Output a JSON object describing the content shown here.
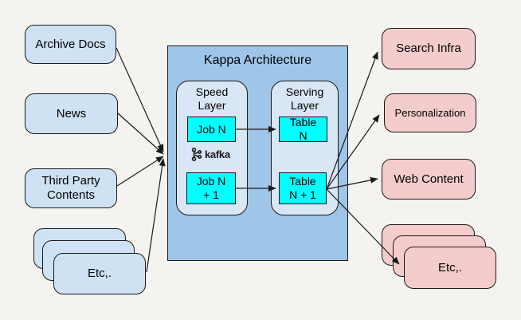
{
  "diagram": {
    "title": "Kappa Architecture",
    "colors": {
      "background": "#f4f3ef",
      "source_fill": "#cfe2f3",
      "container_fill": "#9fc5e8",
      "layer_fill": "#d9e6f5",
      "node_fill": "#00ffff",
      "consumer_fill": "#f4cccc",
      "border": "#1a1a1a"
    },
    "sources": {
      "items": [
        {
          "label": "Archive Docs"
        },
        {
          "label": "News"
        },
        {
          "label": "Third Party\nContents"
        }
      ],
      "etc_label": "Etc,."
    },
    "container": {
      "speed_layer": {
        "label": "Speed\nLayer",
        "jobs": [
          {
            "label": "Job N"
          },
          {
            "label": "Job N\n+ 1"
          }
        ],
        "kafka_label": "kafka"
      },
      "serving_layer": {
        "label": "Serving\nLayer",
        "tables": [
          {
            "label": "Table\nN"
          },
          {
            "label": "Table\nN + 1"
          }
        ]
      }
    },
    "consumers": {
      "items": [
        {
          "label": "Search Infra"
        },
        {
          "label": "Personalization"
        },
        {
          "label": "Web Content"
        }
      ],
      "etc_label": "Etc,."
    },
    "edges": [
      {
        "from": "archive-docs",
        "to": "kappa-architecture"
      },
      {
        "from": "news",
        "to": "kappa-architecture"
      },
      {
        "from": "third-party-contents",
        "to": "kappa-architecture"
      },
      {
        "from": "etc-sources",
        "to": "kappa-architecture"
      },
      {
        "from": "job-n",
        "to": "table-n"
      },
      {
        "from": "job-n-plus-1",
        "to": "table-n-plus-1"
      },
      {
        "from": "table-n-plus-1",
        "to": "search-infra"
      },
      {
        "from": "table-n-plus-1",
        "to": "personalization"
      },
      {
        "from": "table-n-plus-1",
        "to": "web-content"
      },
      {
        "from": "table-n-plus-1",
        "to": "etc-consumers"
      }
    ]
  }
}
